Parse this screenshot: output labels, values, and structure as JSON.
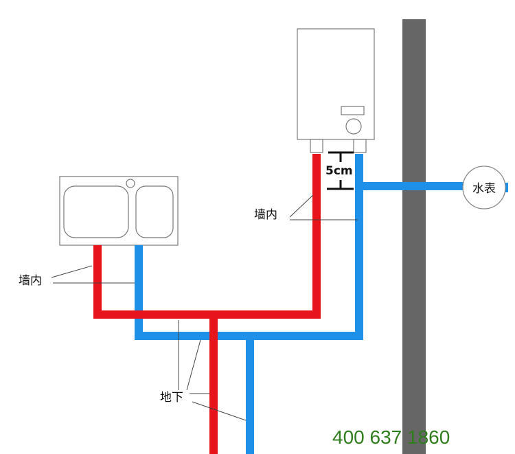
{
  "labels": {
    "in_wall_right": "墙内",
    "in_wall_left": "墙内",
    "underground": "地下",
    "water_meter": "水表",
    "clearance": "5cm"
  },
  "phone": "400 637 1860",
  "colors": {
    "hot_pipe": "#e8141c",
    "cold_pipe": "#1e90e8",
    "wall": "#666666",
    "phone_text": "#2f7d1c"
  }
}
